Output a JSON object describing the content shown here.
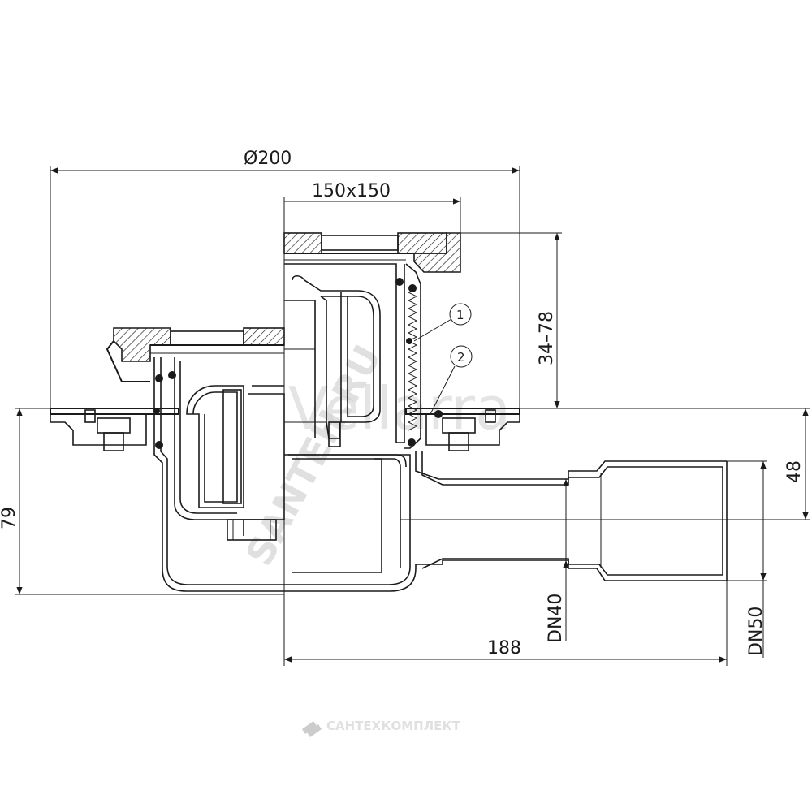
{
  "dimensions": {
    "overall_diameter": "Ø200",
    "grate_size": "150x150",
    "height_adjust": "34–78",
    "total_height": "79",
    "outlet_height": "48",
    "outlet_length": "188",
    "outlet_dn_inner": "DN40",
    "outlet_dn_outer": "DN50"
  },
  "callouts": [
    {
      "number": "1"
    },
    {
      "number": "2"
    }
  ],
  "watermarks": {
    "brand": "Vellarra",
    "vertical": "SANTEH.RU",
    "footer": "САНТЕХКОМПЛЕКТ"
  },
  "colors": {
    "line": "#1a1a1a",
    "background": "#ffffff",
    "watermark": "#cfcfcf"
  }
}
